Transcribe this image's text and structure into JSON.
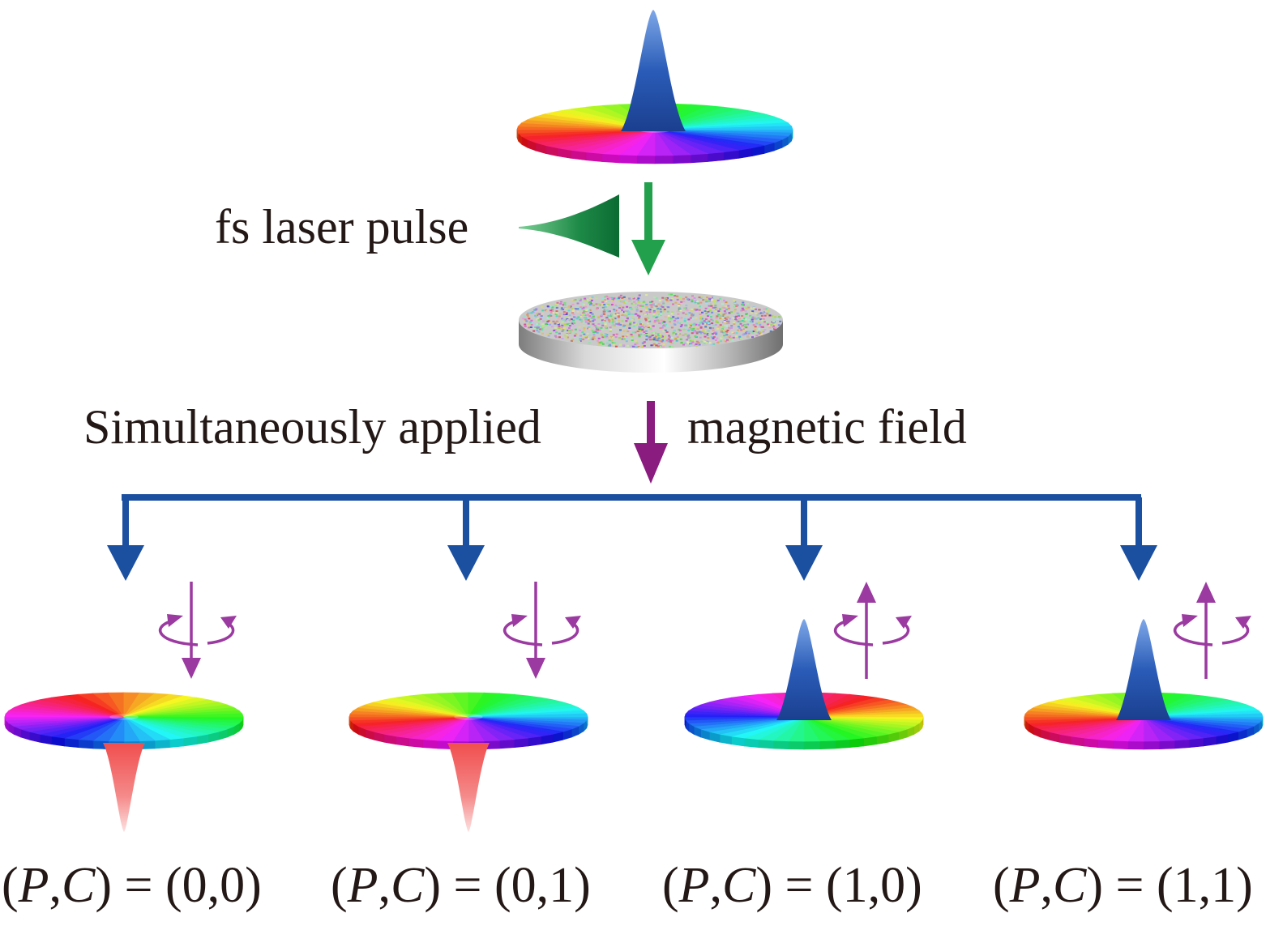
{
  "labels": {
    "laser": "fs laser pulse",
    "field_left": "Simultaneously applied",
    "field_right": "magnetic field"
  },
  "states": [
    {
      "p_sym": "P",
      "c_sym": "C",
      "value": "(0,0)",
      "polarity": 0,
      "chirality": 0
    },
    {
      "p_sym": "P",
      "c_sym": "C",
      "value": "(0,1)",
      "polarity": 0,
      "chirality": 1
    },
    {
      "p_sym": "P",
      "c_sym": "C",
      "value": "(1,0)",
      "polarity": 1,
      "chirality": 0
    },
    {
      "p_sym": "P",
      "c_sym": "C",
      "value": "(1,1)",
      "polarity": 1,
      "chirality": 1
    }
  ],
  "colors": {
    "text": "#231815",
    "laser_arrow": "#22a04b",
    "laser_pulse": "#0e7a3a",
    "field_arrow": "#8a1b7f",
    "tree": "#1b4fa0",
    "core_up": "#2a5cb8",
    "core_down": "#f06a6a",
    "spin_arrow": "#9b3aa0"
  },
  "icons": [
    "vortex-disk",
    "core-peak",
    "laser-pulse-shape",
    "random-domain-disk",
    "circulation-arrow"
  ]
}
